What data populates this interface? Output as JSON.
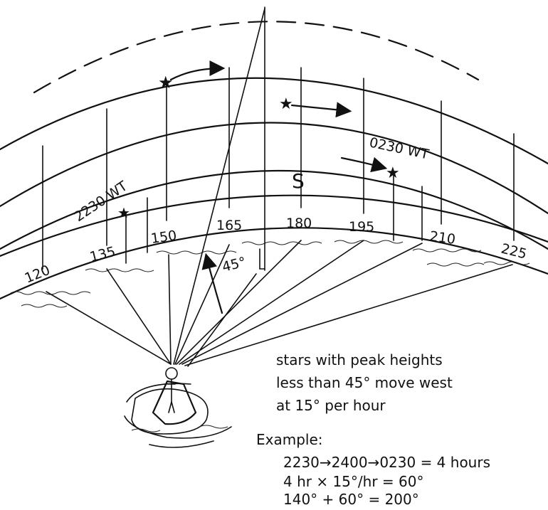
{
  "azimuth_labels": [
    "120",
    "135",
    "150",
    "165",
    "180",
    "195",
    "210",
    "225"
  ],
  "south_marker": "S",
  "star_times": {
    "early": "2230 WT",
    "late": "0230 WT"
  },
  "angle_label": "45°",
  "note": {
    "line1": "stars with peak heights",
    "line2": "less than 45° move west",
    "line3": "at 15° per hour"
  },
  "example": {
    "title": "Example:",
    "line1": "2230→2400→0230 = 4 hours",
    "line2": "4 hr × 15°/hr = 60°",
    "line3": "140° + 60° = 200°"
  }
}
